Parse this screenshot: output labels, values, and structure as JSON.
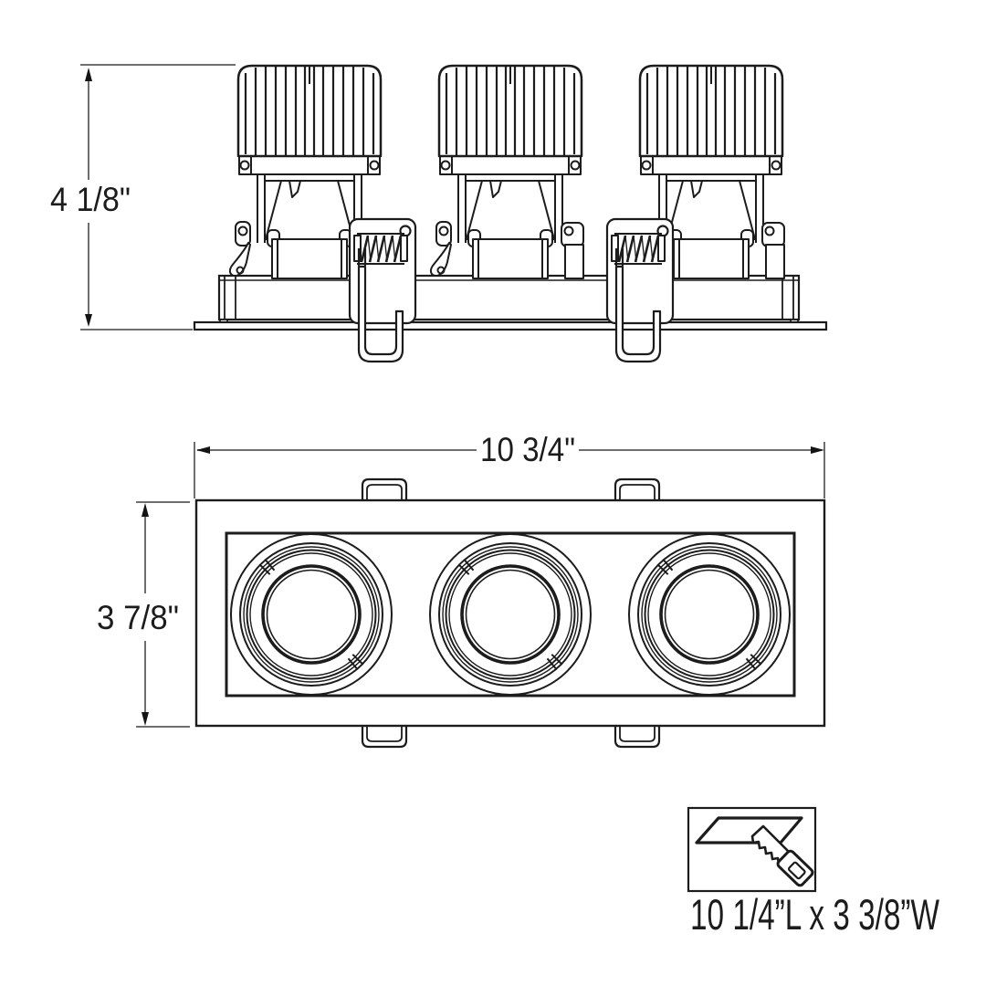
{
  "diagram": {
    "side_view": {
      "height_label": "4 1/8\""
    },
    "front_view": {
      "width_label": "10 3/4\"",
      "height_label": "3 7/8\""
    },
    "cutout": {
      "caption": "10 1/4”L x 3 3/8”W",
      "icon": "saw-cutout-icon"
    },
    "colors": {
      "line": "#1c1c1c",
      "dimension_line": "#6e6e6e",
      "background": "#ffffff"
    }
  }
}
